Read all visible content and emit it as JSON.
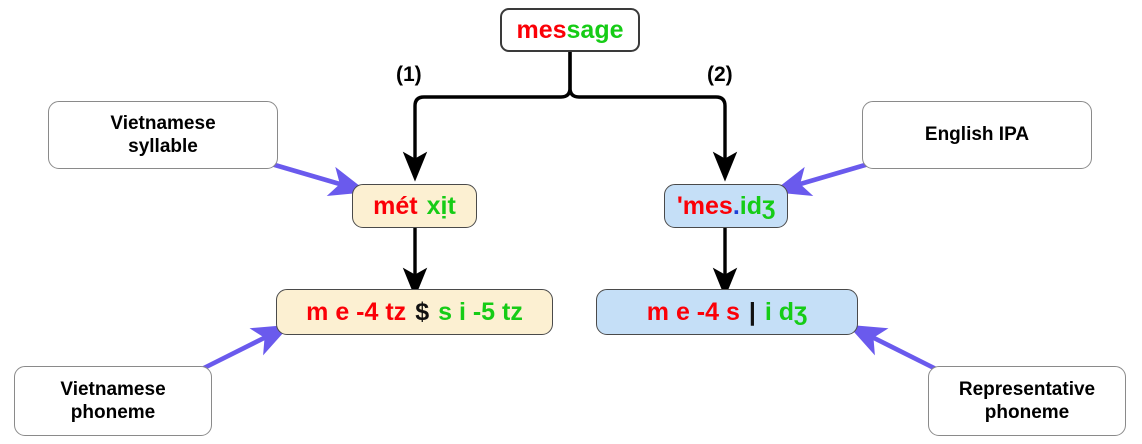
{
  "diagram": {
    "title_node": {
      "name": "message",
      "parts": [
        {
          "text": "mes",
          "color": "#fb0007"
        },
        {
          "text": "sage",
          "color": "#16cc16"
        }
      ]
    },
    "branches": [
      {
        "id": "1",
        "label": "(1)"
      },
      {
        "id": "2",
        "label": "(2)"
      }
    ],
    "left_column": {
      "syllable_box": {
        "parts": [
          {
            "text": "mét",
            "color": "#fb0007"
          },
          {
            "text": "xịt",
            "color": "#16cc16"
          }
        ],
        "fill": "#fcf0d2"
      },
      "phoneme_box": {
        "parts": [
          {
            "text": "m e -4 tz",
            "color": "#fb0007"
          },
          {
            "text": "$",
            "color": "#111111"
          },
          {
            "text": "s i -5 tz",
            "color": "#16cc16"
          }
        ],
        "fill": "#fcf0d2"
      },
      "syllable_caption": "Vietnamese\nsyllable",
      "syllable_caption_line1": "Vietnamese",
      "syllable_caption_line2": "syllable",
      "phoneme_caption_line1": "Vietnamese",
      "phoneme_caption_line2": "phoneme"
    },
    "right_column": {
      "syllable_box": {
        "parts": [
          {
            "text": "'mes",
            "color": "#fb0007"
          },
          {
            "text": ".",
            "color": "#1d3fd6"
          },
          {
            "text": "idʒ",
            "color": "#16cc16"
          }
        ],
        "fill": "#c5dff7"
      },
      "phoneme_box": {
        "parts": [
          {
            "text": "m e -4 s",
            "color": "#fb0007"
          },
          {
            "text": "|",
            "color": "#111111"
          },
          {
            "text": "i dʒ",
            "color": "#16cc16"
          }
        ],
        "fill": "#c5dff7"
      },
      "syllable_caption_line1": "English IPA",
      "syllable_caption_line2": "",
      "phoneme_caption_line1": "Representative",
      "phoneme_caption_line2": "phoneme"
    },
    "colors": {
      "arrow_callout": "#6a5aed",
      "arrow_flow": "#000000",
      "red": "#fb0007",
      "green": "#16cc16",
      "blue": "#1d3fd6",
      "cream_fill": "#fcf0d2",
      "blue_fill": "#c5dff7"
    }
  }
}
